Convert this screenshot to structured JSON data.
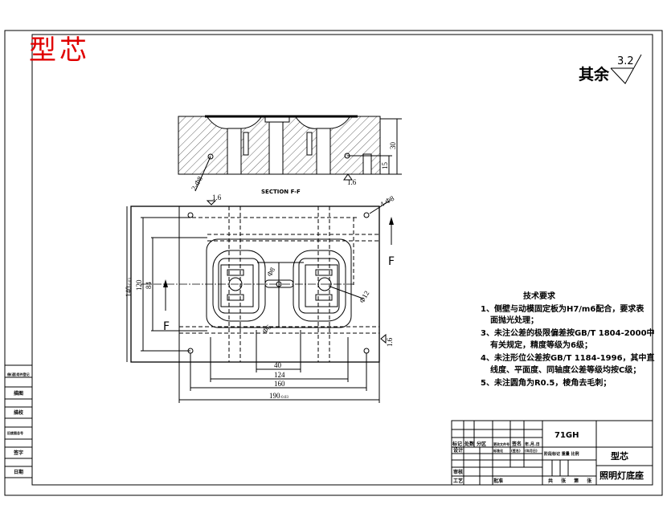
{
  "stamp": "型芯",
  "roughness": {
    "label": "其余",
    "value": "3.2"
  },
  "section": {
    "title": "SECTION F-F",
    "dims": {
      "height": "30",
      "pin": "15",
      "chamfer": "2-Φ8",
      "rough": "1.6"
    }
  },
  "plan": {
    "section_marker": "F",
    "dims": {
      "width": "190",
      "width_tol": "-0.03",
      "holes": "160",
      "cavity": "124",
      "pitch": "40",
      "height": "140",
      "height_tol": "-0.03",
      "v120": "120",
      "v84": "84",
      "corner_holes": "4-Φ8",
      "gate": "Φ8",
      "hole_r": "Φ12",
      "slot": "Φ6",
      "rough_top": "1.6",
      "rough_side": "1.6"
    }
  },
  "tech_requirements": {
    "title": "技术要求",
    "items": [
      "1、侧壁与动模固定板为H7/m6配合，要求表",
      "面抛光处理；",
      "3、未注公差的极限偏差按GB/T 1804-2000中",
      "有关规定，精度等级为6级；",
      "4、未注形位公差按GB/T 1184-1996，其中直",
      "线度、平面度、同轴度公差等级均按C级；",
      "5、未注圆角为R0.5，棱角去毛刺；"
    ]
  },
  "title_block": {
    "material": "71GH",
    "part_name": "型芯",
    "assembly_name": "照明灯底座",
    "header_row": [
      "标记",
      "处数",
      "分区",
      "更改文件号",
      "签名",
      "年.月.日"
    ],
    "design": "设计",
    "standardization": "标准化",
    "signature": "(签名)",
    "date": "(年月日)",
    "review": "审核",
    "process": "工艺",
    "approve": "批准",
    "stage_row": "阶段标记 重量 比例",
    "sheet_row": "共 张 第 张"
  },
  "left_strip": [
    "借(通)用件登记",
    "描图",
    "描校",
    "旧底图总号",
    "签字",
    "日期"
  ]
}
